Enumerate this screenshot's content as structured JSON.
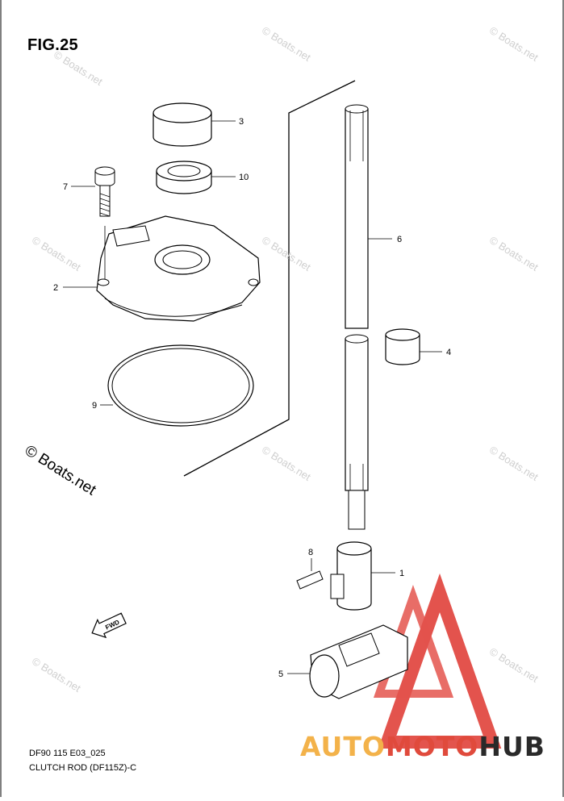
{
  "figure": {
    "title": "FIG.25"
  },
  "parts": [
    {
      "num": "1"
    },
    {
      "num": "2"
    },
    {
      "num": "3"
    },
    {
      "num": "4"
    },
    {
      "num": "5"
    },
    {
      "num": "6"
    },
    {
      "num": "7"
    },
    {
      "num": "8"
    },
    {
      "num": "9"
    },
    {
      "num": "10"
    }
  ],
  "fwd_label": "FWD",
  "copyright": "© Boats.net",
  "watermark": "© Boats.net",
  "footer": {
    "code": "DF90 115 E03_025",
    "caption": "CLUTCH ROD (DF115Z)-C"
  },
  "brand": {
    "part1": "AUTO",
    "part2": "MOTO",
    "part3": "HUB",
    "colors": {
      "auto": "#f3b24a",
      "moto": "#e04a3c",
      "hub": "#2a2a2a",
      "logo_red": "#e0413a"
    }
  }
}
